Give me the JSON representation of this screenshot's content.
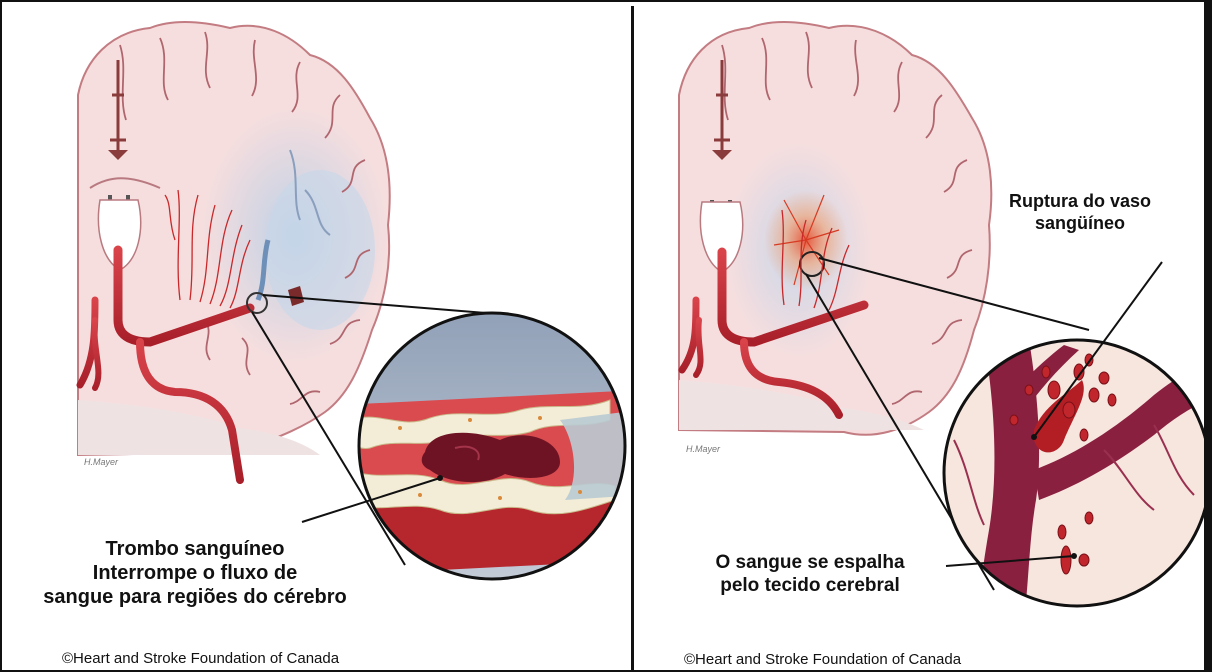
{
  "panels": [
    {
      "id": "ischemic",
      "labels": {
        "thrombus": [
          "Trombo sanguíneo",
          "Interrompe o fluxo de",
          "sangue para regiões do cérebro"
        ]
      },
      "artist_mark": "H.Mayer",
      "credit": "©Heart and Stroke Foundation of Canada"
    },
    {
      "id": "hemorrhagic",
      "labels": {
        "rupture": [
          "Ruptura do vaso",
          "sangüíneo"
        ],
        "spread": [
          "O sangue se espalha",
          "pelo tecido cerebral"
        ]
      },
      "artist_mark": "H.Mayer",
      "credit": "©Heart and Stroke Foundation of Canada"
    }
  ],
  "colors": {
    "brain_tissue": "#f7dede",
    "brain_outline": "#b86a70",
    "ischemic_area": "#c9d8ea",
    "artery": "#c8282a",
    "vein": "#8a2040",
    "clot": "#6e1324",
    "plaque": "#f3ecd6"
  }
}
